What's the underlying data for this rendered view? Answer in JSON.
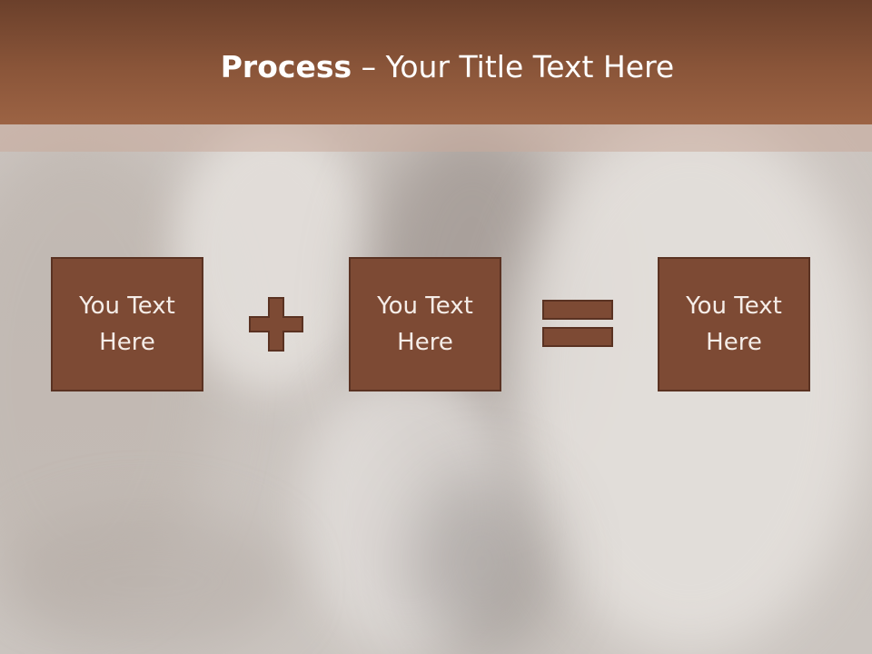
{
  "header": {
    "title_bold": "Process",
    "title_rest": " – Your Title Text Here"
  },
  "process": {
    "box1": "You Text\nHere",
    "box2": "You Text\nHere",
    "box3": "You Text\nHere",
    "operator1_icon": "plus-icon",
    "operator2_icon": "equals-icon"
  },
  "colors": {
    "header": "#8a5539",
    "box_fill": "#7d4a34",
    "box_border": "#5a3222",
    "text": "#ffffff"
  }
}
